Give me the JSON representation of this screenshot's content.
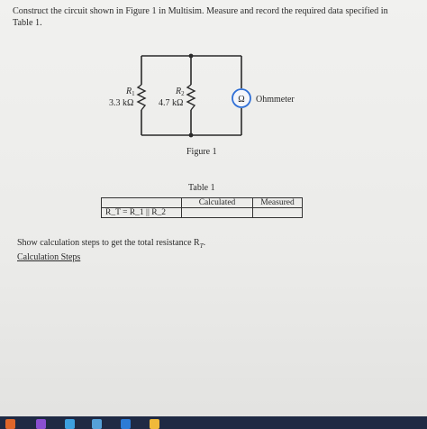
{
  "instruction": "Construct the circuit shown in Figure 1 in Multisim. Measure and record the required data specified in Table 1.",
  "figure": {
    "r1_label": "R",
    "r1_sub": "1",
    "r1_value": "3.3 kΩ",
    "r2_label": "R",
    "r2_sub": "2",
    "r2_value": "4.7 kΩ",
    "meter_symbol": "Ω",
    "meter_label": "Ohmmeter",
    "caption": "Figure 1"
  },
  "table": {
    "title": "Table 1",
    "headers": [
      "",
      "Calculated",
      "Measured"
    ],
    "row_label": "R_T = R_1 || R_2"
  },
  "show_steps": "Show calculation steps to get the total resistance R",
  "show_steps_sub": "T",
  "calc_steps": "Calculation Steps",
  "colors": {
    "meter_blue": "#2f6fd6",
    "wire": "#2a2a2a",
    "background": "#eeeeec"
  }
}
